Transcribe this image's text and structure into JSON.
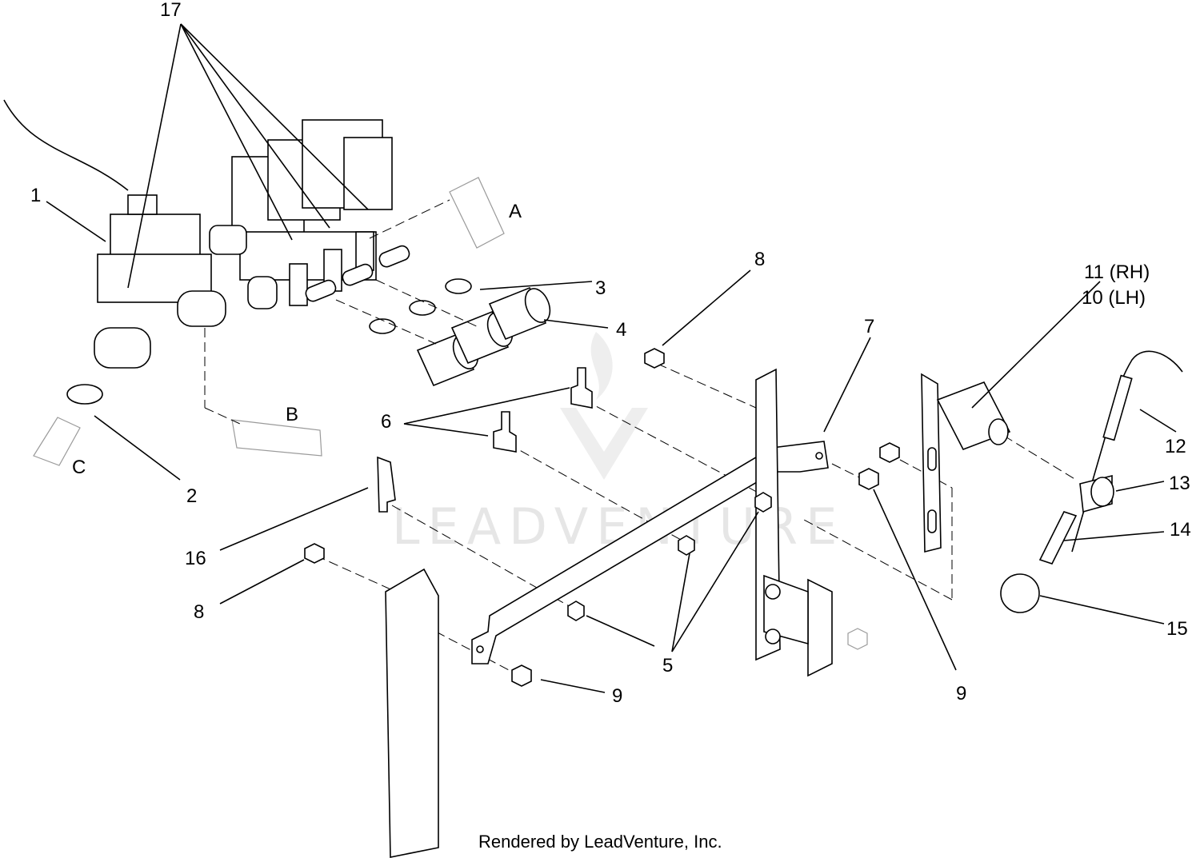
{
  "callouts": {
    "c1": "1",
    "c2": "2",
    "c3": "3",
    "c4": "4",
    "c5": "5",
    "c6": "6",
    "c7": "7",
    "c8a": "8",
    "c8b": "8",
    "c9a": "9",
    "c9b": "9",
    "c10": "10 (LH)",
    "c11": "11 (RH)",
    "c12": "12",
    "c13": "13",
    "c14": "14",
    "c15": "15",
    "c16": "16",
    "c17": "17",
    "cA": "A",
    "cB": "B",
    "cC": "C"
  },
  "footer": "Rendered by LeadVenture, Inc.",
  "watermark": "LEADVENTURE",
  "colors": {
    "line": "#000000",
    "ghost": "#9a9a9a",
    "watermark": "#e6e6e6"
  }
}
